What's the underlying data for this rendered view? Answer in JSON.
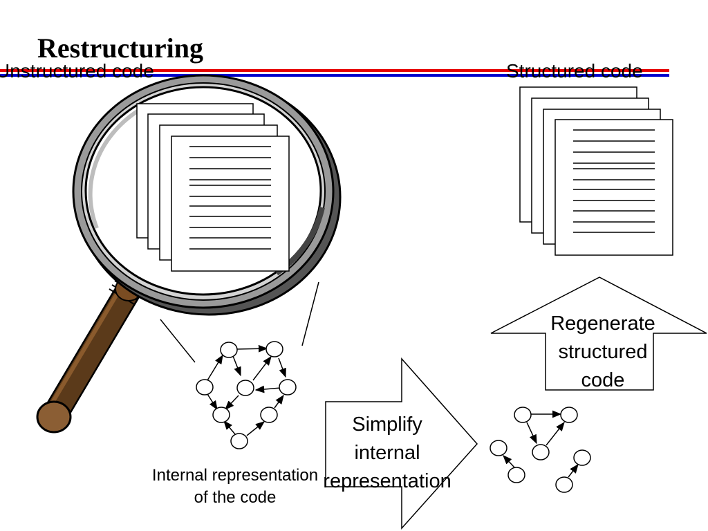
{
  "slide": {
    "title": "Restructuring",
    "labels": {
      "unstructured_code": "Unstructured code",
      "structured_code": "Structured code",
      "regenerate_line1": "Regenerate",
      "regenerate_line2": "structured",
      "regenerate_line3": "code",
      "simplify_line1": "Simplify",
      "simplify_line2": "internal",
      "simplify_line3": "representation",
      "internal_line1": "Internal representation",
      "internal_line2": "of the code"
    },
    "colors": {
      "rule_red": "#e60000",
      "rule_blue": "#0000cc",
      "handle_brown": "#5b3a1a",
      "lens_rim_gray": "#8a8a8a"
    },
    "icons": [
      "magnifying-glass-icon",
      "document-stack-icon",
      "graph-icon",
      "arrow-up-icon",
      "arrow-right-icon"
    ]
  }
}
